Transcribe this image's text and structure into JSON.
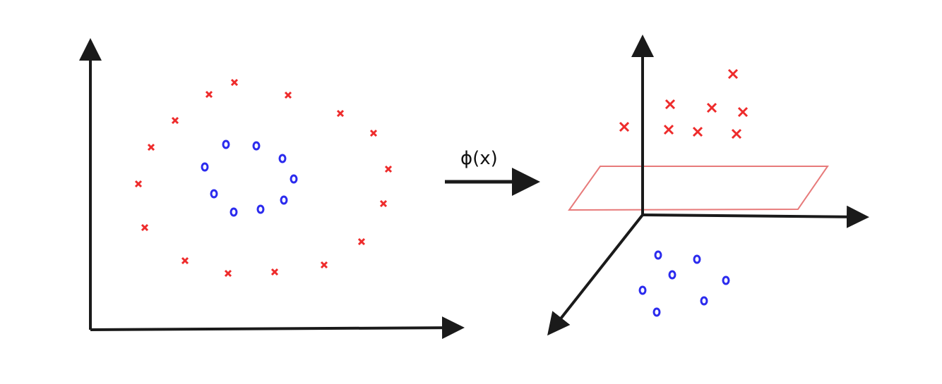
{
  "mapping_label": "ϕ(x)",
  "colors": {
    "class_x": "#ee2b2b",
    "class_o": "#2b2bee",
    "axes": "#1a1a1a",
    "hyperplane": "#e77a7a"
  },
  "markers": {
    "class_x": "x",
    "class_o": "o"
  }
}
